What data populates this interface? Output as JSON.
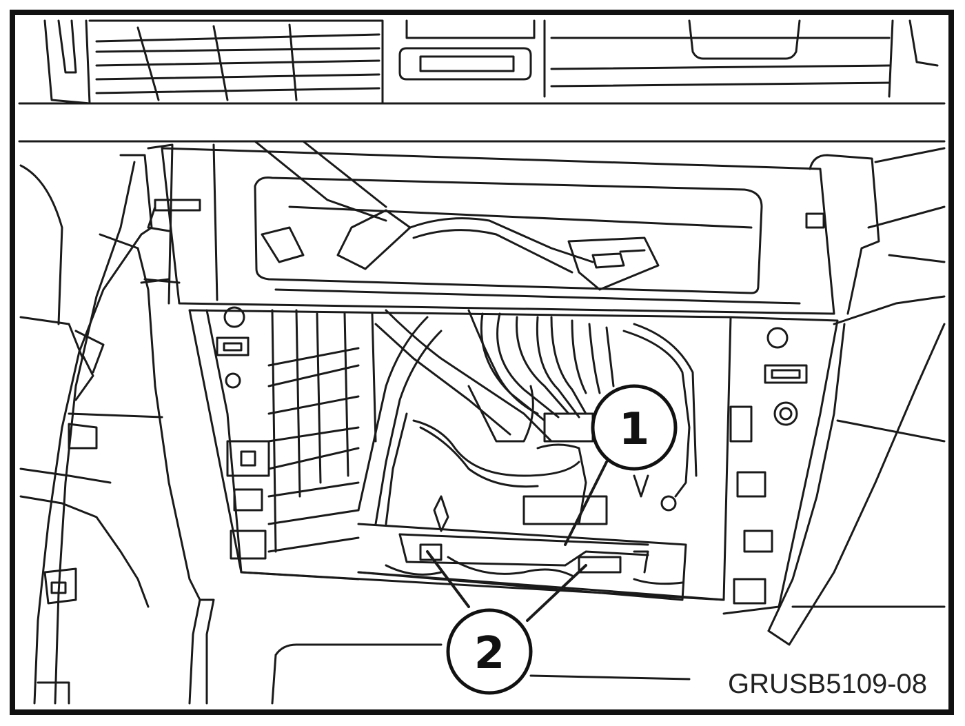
{
  "callouts": [
    {
      "id": "1",
      "label": "1"
    },
    {
      "id": "2",
      "label": "2"
    }
  ],
  "figure_code": "GRUSB5109-08"
}
